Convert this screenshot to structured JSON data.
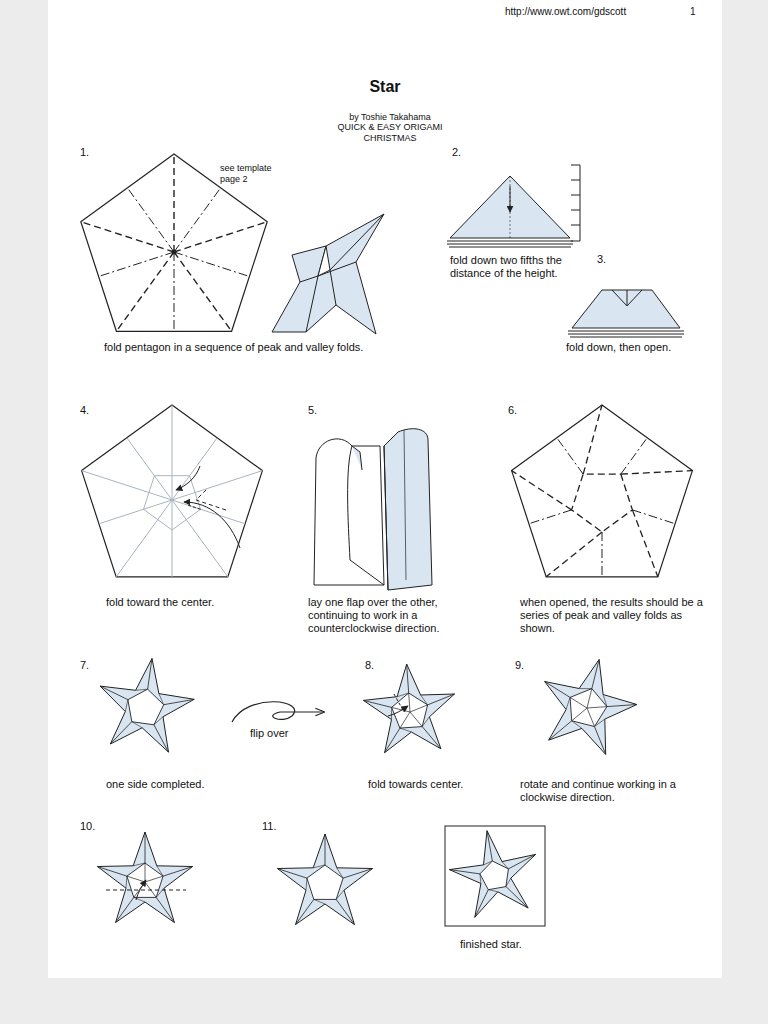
{
  "diagram": {
    "title": "Star",
    "labels": [
      "http://www.owt.com/gdscott",
      "1",
      "by Toshie Takahama",
      "QUICK & EASY ORIGAMI CHRISTMAS",
      "1.",
      "see template page 2",
      "fold pentagon in a sequence of peak and valley folds.",
      "2.",
      "fold down two fifths the distance of the height.",
      "3.",
      "fold down, then open.",
      "4.",
      "fold toward the center.",
      "5.",
      "lay one flap over the other, continuing to work in a counterclockwise direction.",
      "6.",
      "when opened, the results should be a series of peak and valley folds as shown.",
      "7.",
      "one side completed.",
      "flip over",
      "8.",
      "fold towards center.",
      "9.",
      "rotate and continue working in a clockwise direction.",
      "10.",
      "11.",
      "finished star."
    ]
  }
}
